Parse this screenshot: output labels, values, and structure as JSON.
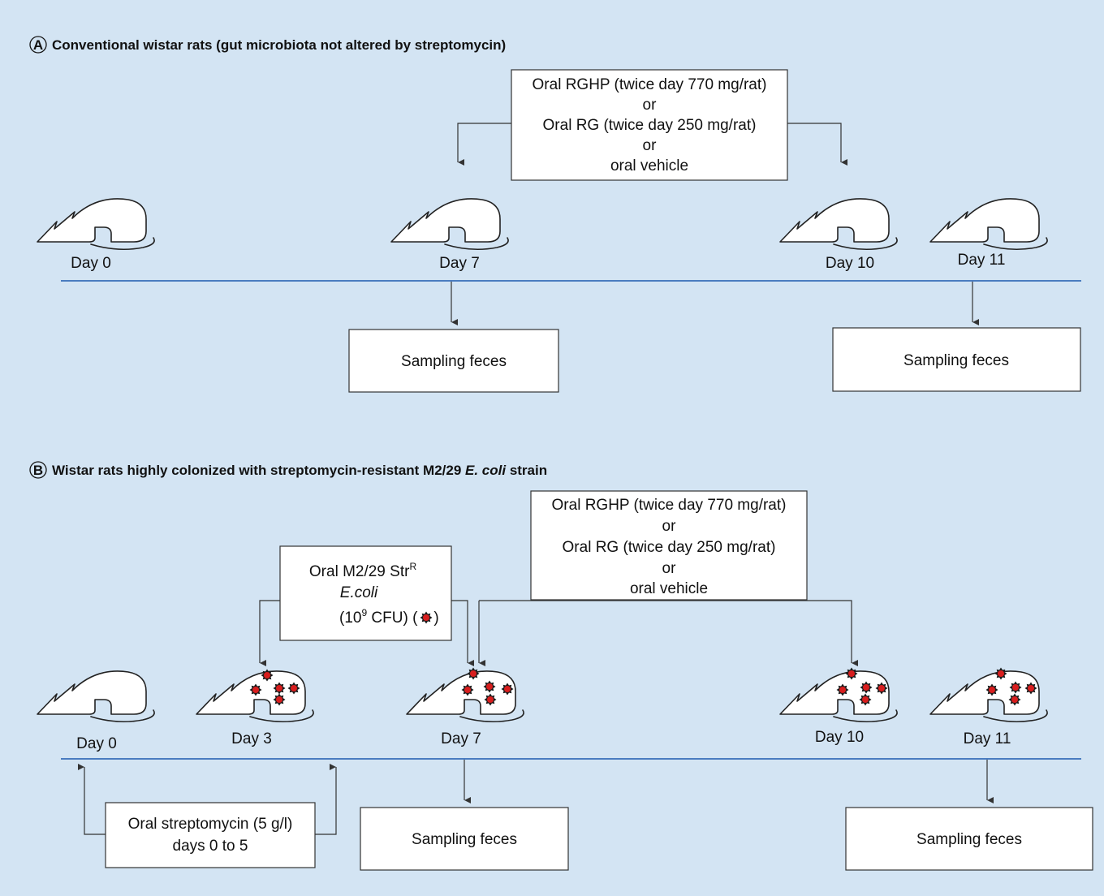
{
  "colors": {
    "background": "#d3e4f3",
    "timeline": "#4a7cc0",
    "bacteria": "#d81e1e"
  },
  "panel_a": {
    "letter": "A",
    "title": "Conventional wistar rats (gut microbiota not altered by streptomycin)",
    "treatment_box": {
      "lines": [
        "Oral RGHP (twice day 770 mg/rat)",
        "or",
        "Oral RG (twice day 250 mg/rat)",
        "or",
        "oral vehicle"
      ]
    },
    "days": [
      "Day 0",
      "Day 7",
      "Day 10",
      "Day 11"
    ],
    "sampling_boxes": [
      "Sampling feces",
      "Sampling feces"
    ]
  },
  "panel_b": {
    "letter": "B",
    "title_prefix": "Wistar rats highly colonized with streptomycin-resistant M2/29 ",
    "title_italic": "E. coli",
    "title_suffix": " strain",
    "treatment_box": {
      "lines": [
        "Oral RGHP (twice day 770 mg/rat)",
        "or",
        "Oral RG (twice day 250 mg/rat)",
        "or",
        "oral vehicle"
      ]
    },
    "ecoli_box": {
      "line1": "Oral M2/29 Str",
      "line1_sup": "R",
      "line2": "E.coli",
      "line3_open": "(10",
      "line3_sup": "9",
      "line3_close": " CFU) (",
      "line3_end": ")"
    },
    "days": [
      "Day 0",
      "Day 3",
      "Day 7",
      "Day 10",
      "Day 11"
    ],
    "streptomycin_box": {
      "line1": "Oral streptomycin (5 g/l)",
      "line2": "days 0 to 5"
    },
    "sampling_boxes": [
      "Sampling feces",
      "Sampling feces"
    ]
  }
}
